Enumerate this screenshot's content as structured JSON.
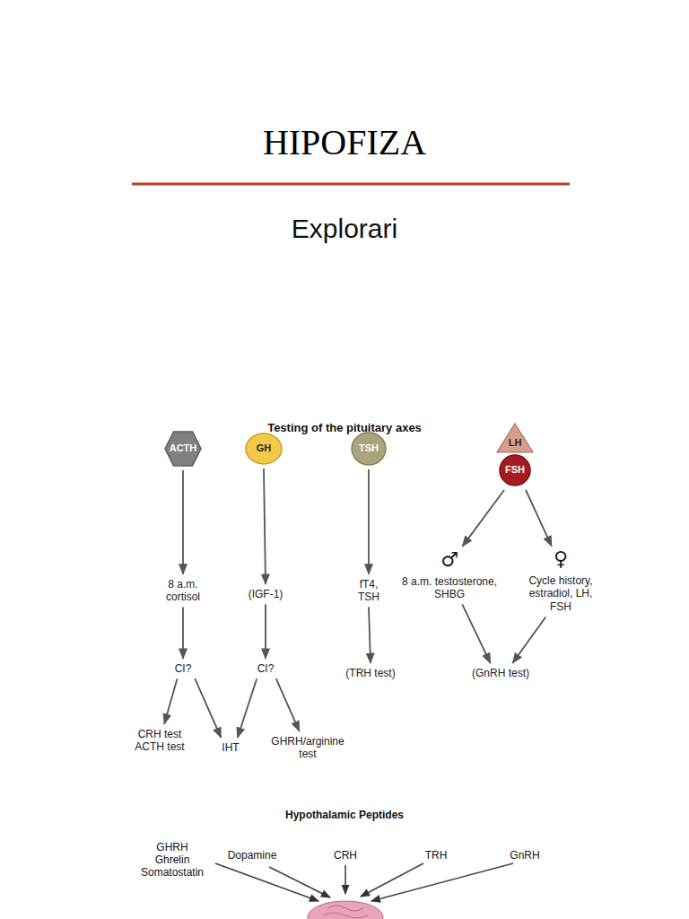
{
  "diagram": {
    "title": "HIPOFIZA",
    "nodes": [
      {
        "text": [
          "ACTH"
        ]
      },
      {
        "text": [
          "GH"
        ]
      },
      {
        "text": [
          "TSH"
        ]
      },
      {
        "text": [
          "LH"
        ]
      },
      {
        "text": [
          "FSH"
        ]
      },
      {
        "text": [
          "8 a.m. cortisol"
        ]
      },
      {
        "text": [
          "(IGF-1)"
        ]
      },
      {
        "text": [
          "fT4, TSH"
        ]
      },
      {
        "text": [
          "♂",
          "8 a.m. testosterone, SHBG"
        ]
      },
      {
        "text": [
          "♀",
          "Cycle history, estradiol, LH, FSH"
        ]
      },
      {
        "text": [
          "CI?"
        ]
      },
      {
        "text": [
          "CI?"
        ]
      },
      {
        "text": [
          "(TRH test)"
        ]
      },
      {
        "text": [
          "(GnRH test)"
        ]
      },
      {
        "text": [
          "CRH test ACTH test"
        ]
      },
      {
        "text": [
          "IHT"
        ]
      },
      {
        "text": [
          "GHRH/arginine test"
        ]
      }
    ],
    "edges": [
      {
        "from": 0,
        "to": 5,
        "arrow": "to"
      },
      {
        "from": 1,
        "to": 6,
        "arrow": "to"
      },
      {
        "from": 2,
        "to": 7,
        "arrow": "to"
      },
      {
        "from": 4,
        "to": 8,
        "arrow": "to"
      },
      {
        "from": 4,
        "to": 9,
        "arrow": "to"
      },
      {
        "from": 5,
        "to": 10,
        "arrow": "to"
      },
      {
        "from": 6,
        "to": 11,
        "arrow": "to"
      },
      {
        "from": 7,
        "to": 12,
        "arrow": "to"
      },
      {
        "from": 8,
        "to": 13,
        "arrow": "to"
      },
      {
        "from": 9,
        "to": 13,
        "arrow": "to"
      },
      {
        "from": 10,
        "to": 14,
        "arrow": "to"
      },
      {
        "from": 10,
        "to": 15,
        "arrow": "to"
      },
      {
        "from": 11,
        "to": 15,
        "arrow": "to"
      },
      {
        "from": 11,
        "to": 16,
        "arrow": "to"
      }
    ],
    "labels": [
      "Explorari",
      "Testing of the pituitary axes",
      "Hypothalamic Peptides",
      "GHRH",
      "Ghrelin",
      "Somatostatin",
      "Dopamine",
      "CRH",
      "TRH",
      "GnRH"
    ]
  }
}
